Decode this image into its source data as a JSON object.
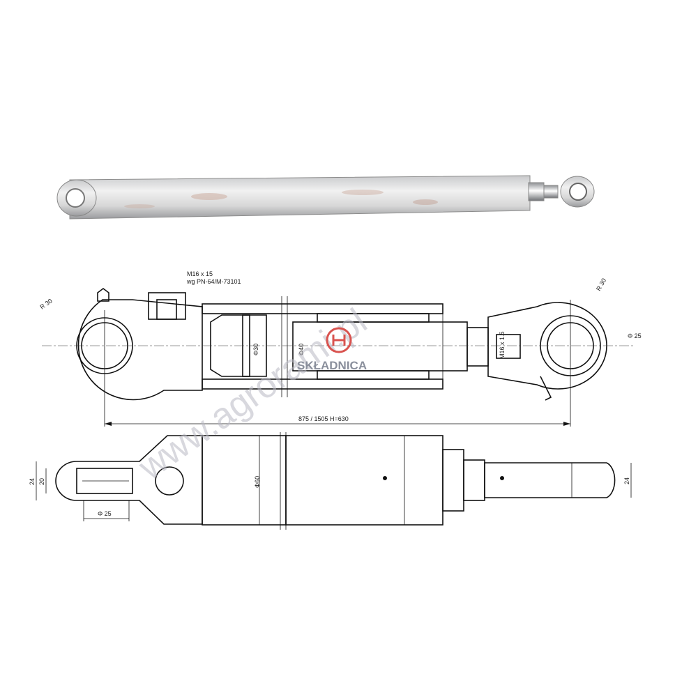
{
  "drawing": {
    "thread_spec": "M16 x 15",
    "thread_std": "wg PN-64/M-73101",
    "radius_left": "R 30",
    "radius_right": "R 30",
    "diameter_pin_right": "Φ 25",
    "diameter_rod": "Φ30",
    "diameter_piston": "Φ40",
    "thread_rod_end": "M16 x 1.5",
    "length_label": "875 / 1505   H=630",
    "height_outer": "24",
    "height_inner": "20",
    "diameter_pin_bottom": "Φ 25",
    "diameter_body": "Φ60",
    "height_rod_end": "24"
  },
  "watermark": {
    "site": "www.agrorami.pl",
    "logo_text": "SKŁADNICA",
    "logo_color": "#d9534f"
  }
}
